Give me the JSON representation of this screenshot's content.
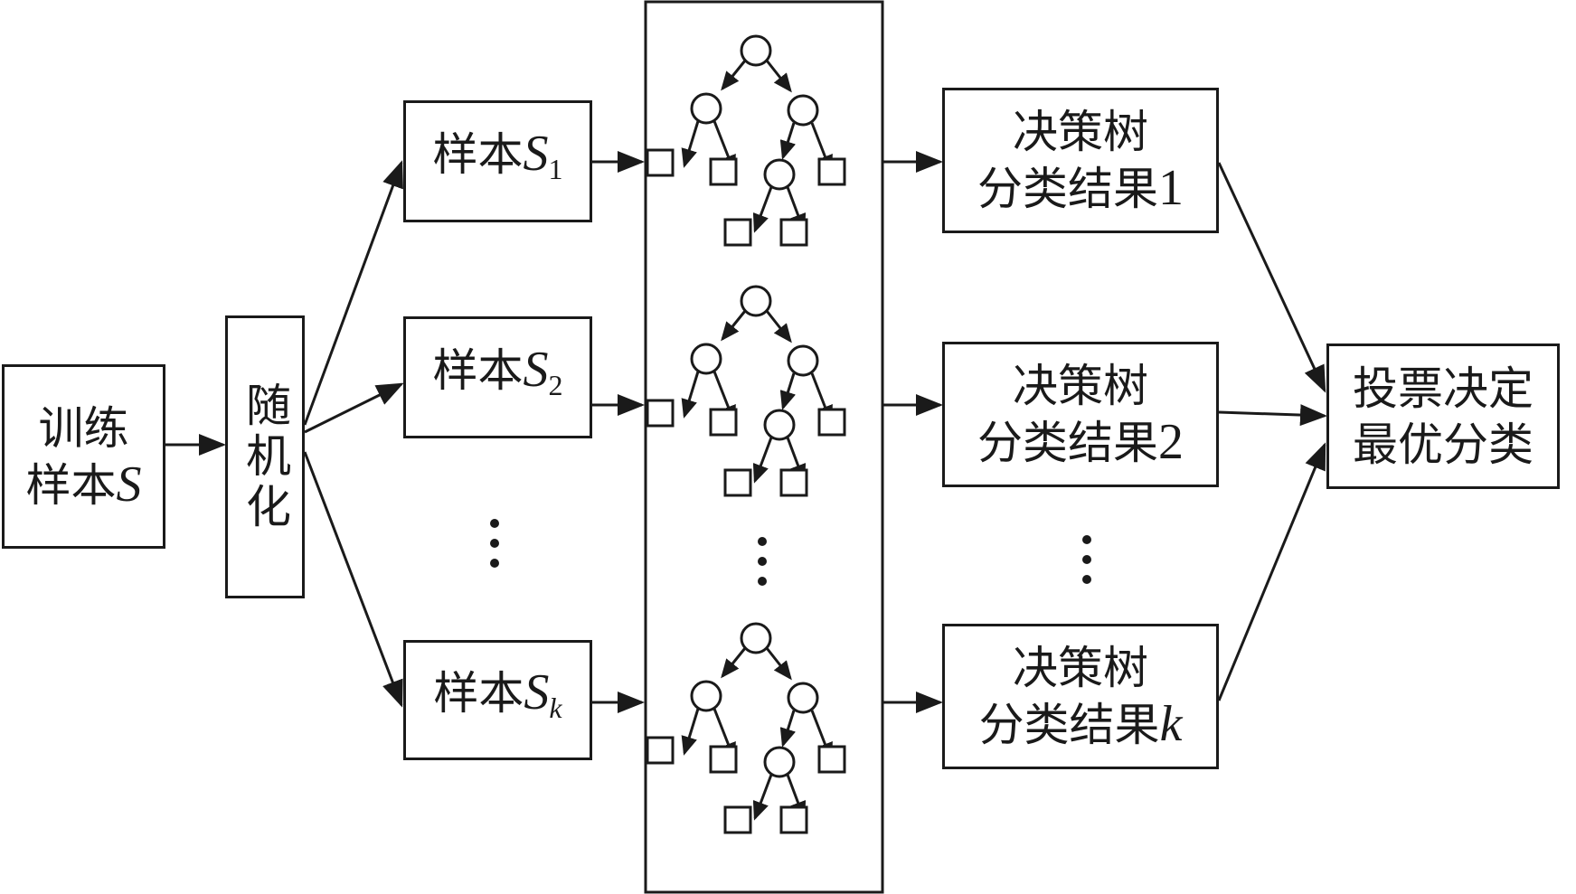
{
  "diagram": {
    "type": "random-forest-flowchart",
    "training": {
      "line1": "训练",
      "line2_prefix": "样本",
      "line2_var": "S"
    },
    "randomize": {
      "label": "随机化"
    },
    "samples": [
      {
        "prefix": "样本",
        "var": "S",
        "sub": "1",
        "sub_italic": false
      },
      {
        "prefix": "样本",
        "var": "S",
        "sub": "2",
        "sub_italic": false
      },
      {
        "prefix": "样本",
        "var": "S",
        "sub": "k",
        "sub_italic": true
      }
    ],
    "results": [
      {
        "line1": "决策树",
        "line2_prefix": "分类结果",
        "suffix": "1",
        "suffix_italic": false
      },
      {
        "line1": "决策树",
        "line2_prefix": "分类结果",
        "suffix": "2",
        "suffix_italic": false
      },
      {
        "line1": "决策树",
        "line2_prefix": "分类结果",
        "suffix": "k",
        "suffix_italic": true
      }
    ],
    "vote": {
      "line1": "投票决定",
      "line2": "最优分类"
    },
    "tree_count_shown": 3,
    "ellipsis": "⋮",
    "colors": {
      "stroke": "#1a1a1a",
      "background": "#ffffff"
    }
  }
}
